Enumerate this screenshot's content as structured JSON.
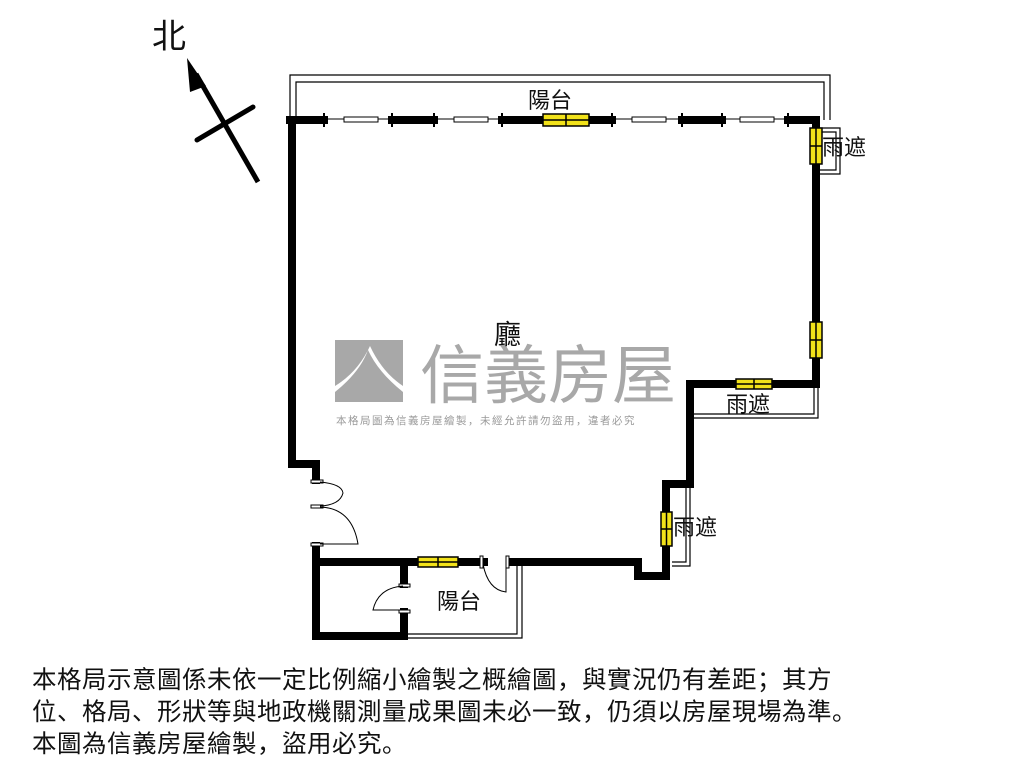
{
  "compass": {
    "label": "北",
    "direction": "north-northwest"
  },
  "rooms": {
    "living_room": "廳",
    "balcony_top": "陽台",
    "balcony_bottom": "陽台",
    "awning_right_top": "雨遮",
    "awning_middle": "雨遮",
    "awning_lower": "雨遮"
  },
  "watermark": {
    "brand": "信義房屋",
    "notice": "本格局圖為信義房屋繪製，未經允許請勿盜用，違者必究"
  },
  "disclaimer": {
    "line1": "本格局示意圖係未依一定比例縮小繪製之概繪圖，與實況仍有差距；其方",
    "line2": "位、格局、形狀等與地政機關測量成果圖未必一致，仍須以房屋現場為準。",
    "line3": "本圖為信義房屋繪製，盜用必究。"
  },
  "colors": {
    "wall": "#000000",
    "window_fill": "#f2e21a",
    "logo_gray": "#a8a8a8",
    "background": "#ffffff"
  }
}
